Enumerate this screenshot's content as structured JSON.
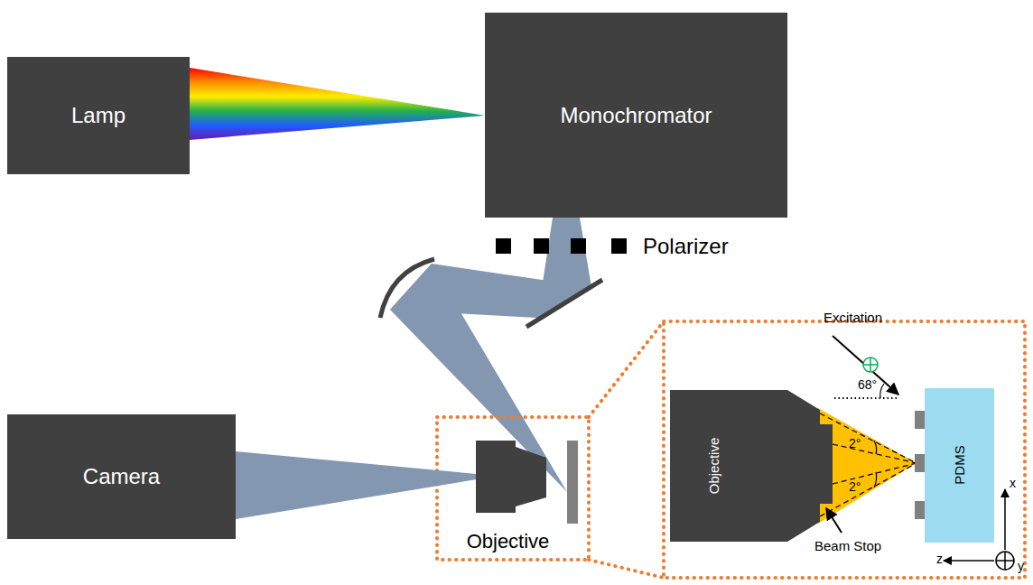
{
  "diagram": {
    "nodes": [
      {
        "text": [
          "Lamp"
        ]
      },
      {
        "text": [
          "Monochromator"
        ]
      },
      {
        "text": [
          "Camera"
        ]
      },
      {
        "text": [
          "Objective"
        ]
      },
      {
        "text": [
          "Objective"
        ]
      },
      {
        "text": [
          "PDMS"
        ]
      }
    ],
    "edges": [
      {
        "from": 0,
        "to": 1,
        "arrow": "none"
      },
      {
        "from": 2,
        "to": 3,
        "arrow": "none"
      }
    ],
    "labels": [
      "Polarizer",
      "Excitation",
      "68°",
      "2°",
      "2°",
      "Beam Stop",
      "x",
      "z",
      "y"
    ]
  }
}
